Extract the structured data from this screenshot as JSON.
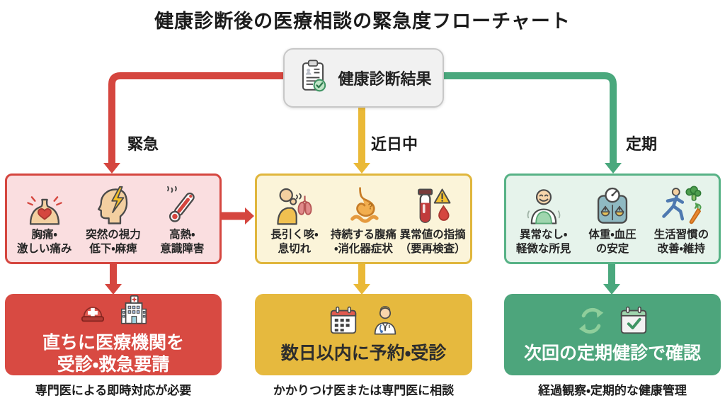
{
  "title": "健康診断後の医療相談の緊急度フローチャート",
  "root": {
    "label": "健康診断結果",
    "icon": "clipboard-check-icon"
  },
  "colors": {
    "red": "#d5463f",
    "red_box": "#fadee0",
    "red_solid": "#d84a42",
    "yellow": "#eab937",
    "yellow_box": "#fbf4d9",
    "yellow_solid": "#e6b93e",
    "green": "#4aa87d",
    "green_box": "#e6f3eb",
    "green_solid": "#4da57c",
    "root_box": "#f1f1f1"
  },
  "branches": [
    {
      "label": "緊急",
      "color": "#d5463f",
      "criteria": {
        "items": [
          {
            "icon": "chest-pain-icon",
            "label": "胸痛・\n激しい痛み"
          },
          {
            "icon": "head-lightning-icon",
            "label": "突然の視力\n低下・麻痺"
          },
          {
            "icon": "thermometer-icon",
            "label": "高熱・\n意識障害"
          }
        ]
      },
      "action": {
        "label": "直ちに医療機関を\n受診・救急要請",
        "icons": [
          "emergency-light-icon",
          "hospital-icon"
        ]
      },
      "caption": "専門医による即時対応が必要"
    },
    {
      "label": "近日中",
      "color": "#eab937",
      "criteria": {
        "items": [
          {
            "icon": "cough-lungs-icon",
            "label": "長引く咳・\n息切れ"
          },
          {
            "icon": "stomach-icon",
            "label": "持続する腹痛\n・消化器症状"
          },
          {
            "icon": "blood-test-icon",
            "label": "異常値の指摘\n（要再検査）"
          }
        ]
      },
      "action": {
        "label": "数日以内に予約・受診",
        "icons": [
          "calendar-icon",
          "doctor-icon"
        ]
      },
      "caption": "かかりつけ医または専門医に相談"
    },
    {
      "label": "定期",
      "color": "#4aa87d",
      "criteria": {
        "items": [
          {
            "icon": "smiling-person-icon",
            "label": "異常なし・\n軽微な所見"
          },
          {
            "icon": "scale-icon",
            "label": "体重・血圧\nの安定"
          },
          {
            "icon": "runner-vegetables-icon",
            "label": "生活習慣の\n改善・維持"
          }
        ]
      },
      "action": {
        "label": "次回の定期健診で確認",
        "icons": [
          "refresh-icon",
          "calendar-check-icon"
        ]
      },
      "caption": "経過観察・定期的な健康管理"
    }
  ]
}
